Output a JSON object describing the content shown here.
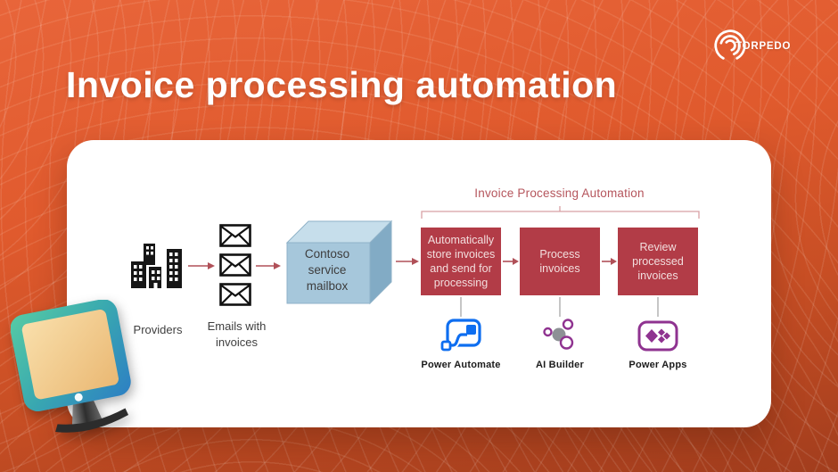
{
  "header": {
    "title": "Invoice processing automation",
    "brand": "TORPEDO"
  },
  "diagram": {
    "providers": {
      "label": "Providers"
    },
    "emails": {
      "label": "Emails with invoices"
    },
    "mailbox": {
      "label": "Contoso service mailbox"
    },
    "group": {
      "title": "Invoice Processing Automation"
    },
    "steps": [
      {
        "label": "Automatically store invoices and send for processing",
        "tool": "Power Automate"
      },
      {
        "label": "Process invoices",
        "tool": "AI Builder"
      },
      {
        "label": "Review processed invoices",
        "tool": "Power Apps"
      }
    ]
  },
  "colors": {
    "background_top": "#e8653a",
    "background_bottom": "#a23d1d",
    "card": "#ffffff",
    "step_box_red": "#b23c47",
    "accent_red_text": "#b5555c",
    "arrow_red": "#b05058",
    "mailbox_blue_front": "#a6c7db",
    "power_automate_blue": "#0e6ef0",
    "power_platform_purple": "#8f3390"
  }
}
